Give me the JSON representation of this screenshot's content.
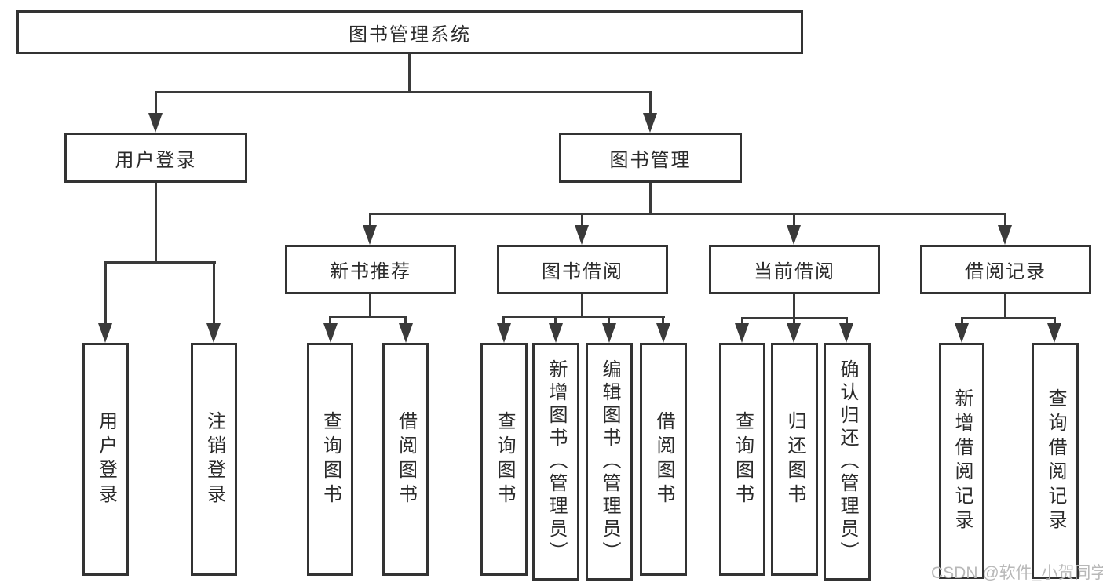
{
  "diagram_title": "图书管理系统",
  "tree": {
    "root": {
      "label": "图书管理系统",
      "children": [
        {
          "label": "用户登录",
          "children": [
            {
              "label": "用户登录"
            },
            {
              "label": "注销登录"
            }
          ]
        },
        {
          "label": "图书管理",
          "children": [
            {
              "label": "新书推荐",
              "children": [
                {
                  "label": "查询图书"
                },
                {
                  "label": "借阅图书"
                }
              ]
            },
            {
              "label": "图书借阅",
              "children": [
                {
                  "label": "查询图书"
                },
                {
                  "label": "新增图书（管理员）"
                },
                {
                  "label": "编辑图书（管理员）"
                },
                {
                  "label": "借阅图书"
                }
              ]
            },
            {
              "label": "当前借阅",
              "children": [
                {
                  "label": "查询图书"
                },
                {
                  "label": "归还图书"
                },
                {
                  "label": "确认归还（管理员）"
                }
              ]
            },
            {
              "label": "借阅记录",
              "children": [
                {
                  "label": "新增借阅记录"
                },
                {
                  "label": "查询借阅记录"
                }
              ]
            }
          ]
        }
      ]
    }
  },
  "watermark": {
    "text": "CSDN @软件_小贺同学"
  },
  "colors": {
    "background": "#ffffff",
    "box_border": "#333333",
    "connector_line": "#3a3a3a",
    "text": "#2b2b2b",
    "watermark": "#b8b8b8"
  }
}
